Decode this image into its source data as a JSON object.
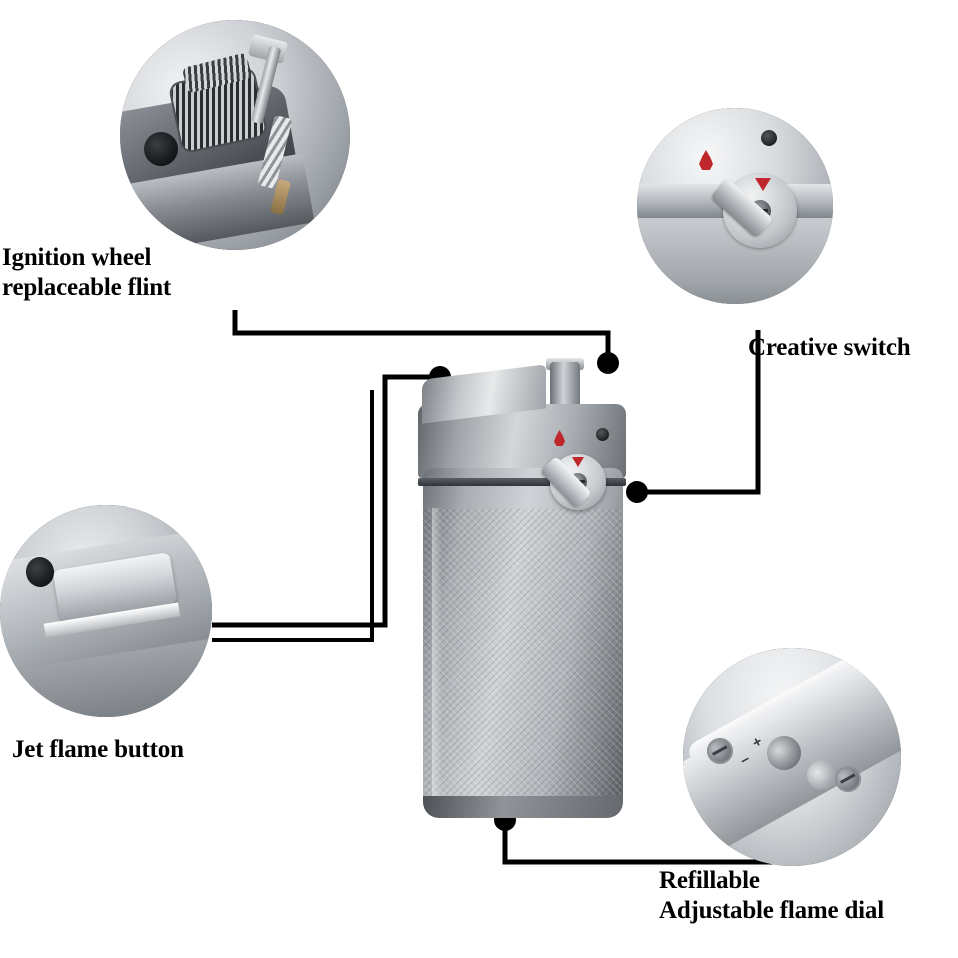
{
  "diagram": {
    "title": "Lighter feature callout diagram",
    "background_color": "#ffffff",
    "line_color": "#000000",
    "accent_color": "#c0272d",
    "labels": {
      "ignition": "Ignition wheel\nreplaceable flint",
      "creative": "Creative switch",
      "jet": "Jet flame button",
      "refill": "Refillable\nAdjustable flame dial"
    },
    "insets": [
      {
        "name": "ignition-wheel-inset",
        "alt": "close-up of ignition wheel and replaceable flint with spring"
      },
      {
        "name": "creative-switch-inset",
        "alt": "close-up of creative switch lever with red flame marking"
      },
      {
        "name": "jet-flame-button-inset",
        "alt": "close-up of jet flame push button on lighter side"
      },
      {
        "name": "refillable-dial-inset",
        "alt": "close-up of refill valve and adjustable flame dial on base"
      }
    ],
    "product": {
      "name": "metal-jet-lighter",
      "alt": "silver metal flip-top jet lighter, front three-quarter view"
    },
    "dial_marks": {
      "minus": "−",
      "plus": "+"
    }
  }
}
